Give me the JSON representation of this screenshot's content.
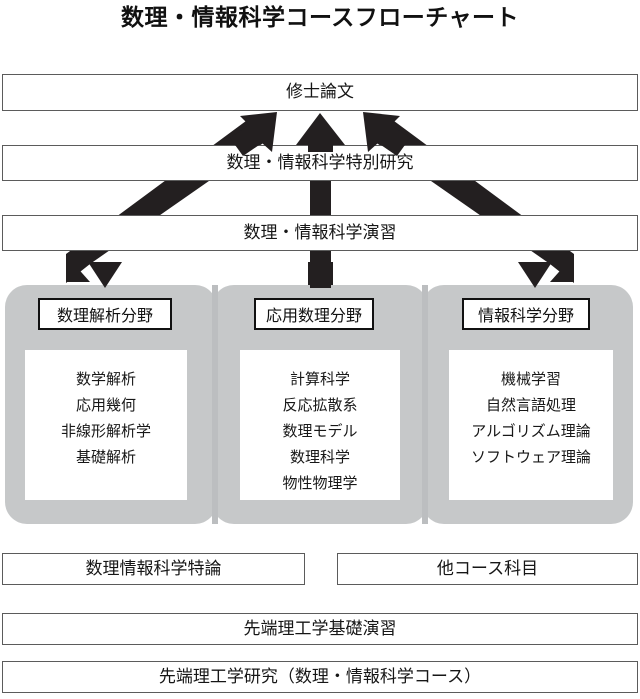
{
  "title": "数理・情報科学コースフローチャート",
  "top_boxes": [
    {
      "label": "修士論文"
    },
    {
      "label": "数理・情報科学特別研究"
    },
    {
      "label": "数理・情報科学演習"
    }
  ],
  "fields": [
    {
      "name": "数理解析分野",
      "courses": [
        "数学解析",
        "応用幾何",
        "非線形解析学",
        "基礎解析"
      ]
    },
    {
      "name": "応用数理分野",
      "courses": [
        "計算科学",
        "反応拡散系",
        "数理モデル",
        "数理科学",
        "物性物理学"
      ]
    },
    {
      "name": "情報科学分野",
      "courses": [
        "機械学習",
        "自然言語処理",
        "アルゴリズム理論",
        "ソフトウェア理論"
      ]
    }
  ],
  "bottom_boxes": {
    "row_split": [
      {
        "label": "数理情報科学特論"
      },
      {
        "label": "他コース科目"
      }
    ],
    "row_wide": [
      {
        "label": "先端理工学基礎演習"
      },
      {
        "label": "先端理工学研究（数理・情報科学コース）"
      }
    ]
  },
  "arrows": {
    "left_label": "left-diagonal-arrow",
    "center_label": "center-vertical-arrow",
    "right_label": "right-diagonal-arrow"
  },
  "colors": {
    "arrow": "#231f20",
    "panel": "#c6c8c9",
    "panel_overlap": "#bcbec0",
    "box_border": "#5b5b5b",
    "chip_border": "#111111"
  }
}
